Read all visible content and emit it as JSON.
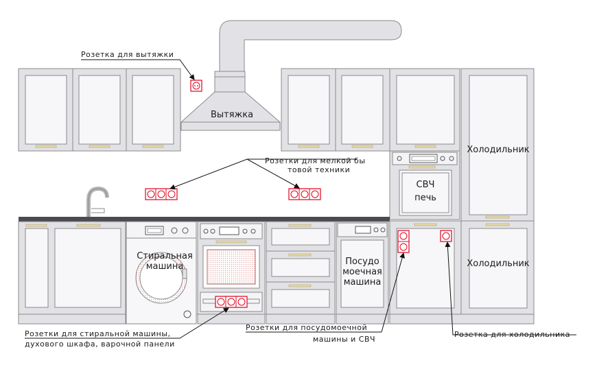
{
  "labels": {
    "hood_socket": "Розетка для вытяжки",
    "hood": "Вытяжка",
    "small_appliances_line1": "Розетки для мелкой бы",
    "small_appliances_line2": "товой техники",
    "fridge_top": "Холодильник",
    "fridge_bottom": "Холодильник",
    "microwave_line1": "СВЧ",
    "microwave_line2": "печь",
    "washer_line1": "Стиральная",
    "washer_line2": "машина",
    "dishwasher_line1": "Посудо",
    "dishwasher_line2": "моечная",
    "dishwasher_line3": "машина",
    "washer_oven_line1": "Розетки для стиральной машины,",
    "washer_oven_line2": "духового шкафа, варочной панели",
    "dish_mw_line1": "Розетки для посудомоечной",
    "dish_mw_line2": "машины и СВЧ",
    "fridge_socket": "Розетка для холодильника"
  },
  "colors": {
    "outline": "#8a8a8a",
    "panel": "#e2e2e6",
    "panel_inner": "#f7f7f9",
    "handle": "#e8dcaa",
    "socket": "#e0001b",
    "counter": "#4a4a4f",
    "pink_line": "#d9a0a0"
  }
}
